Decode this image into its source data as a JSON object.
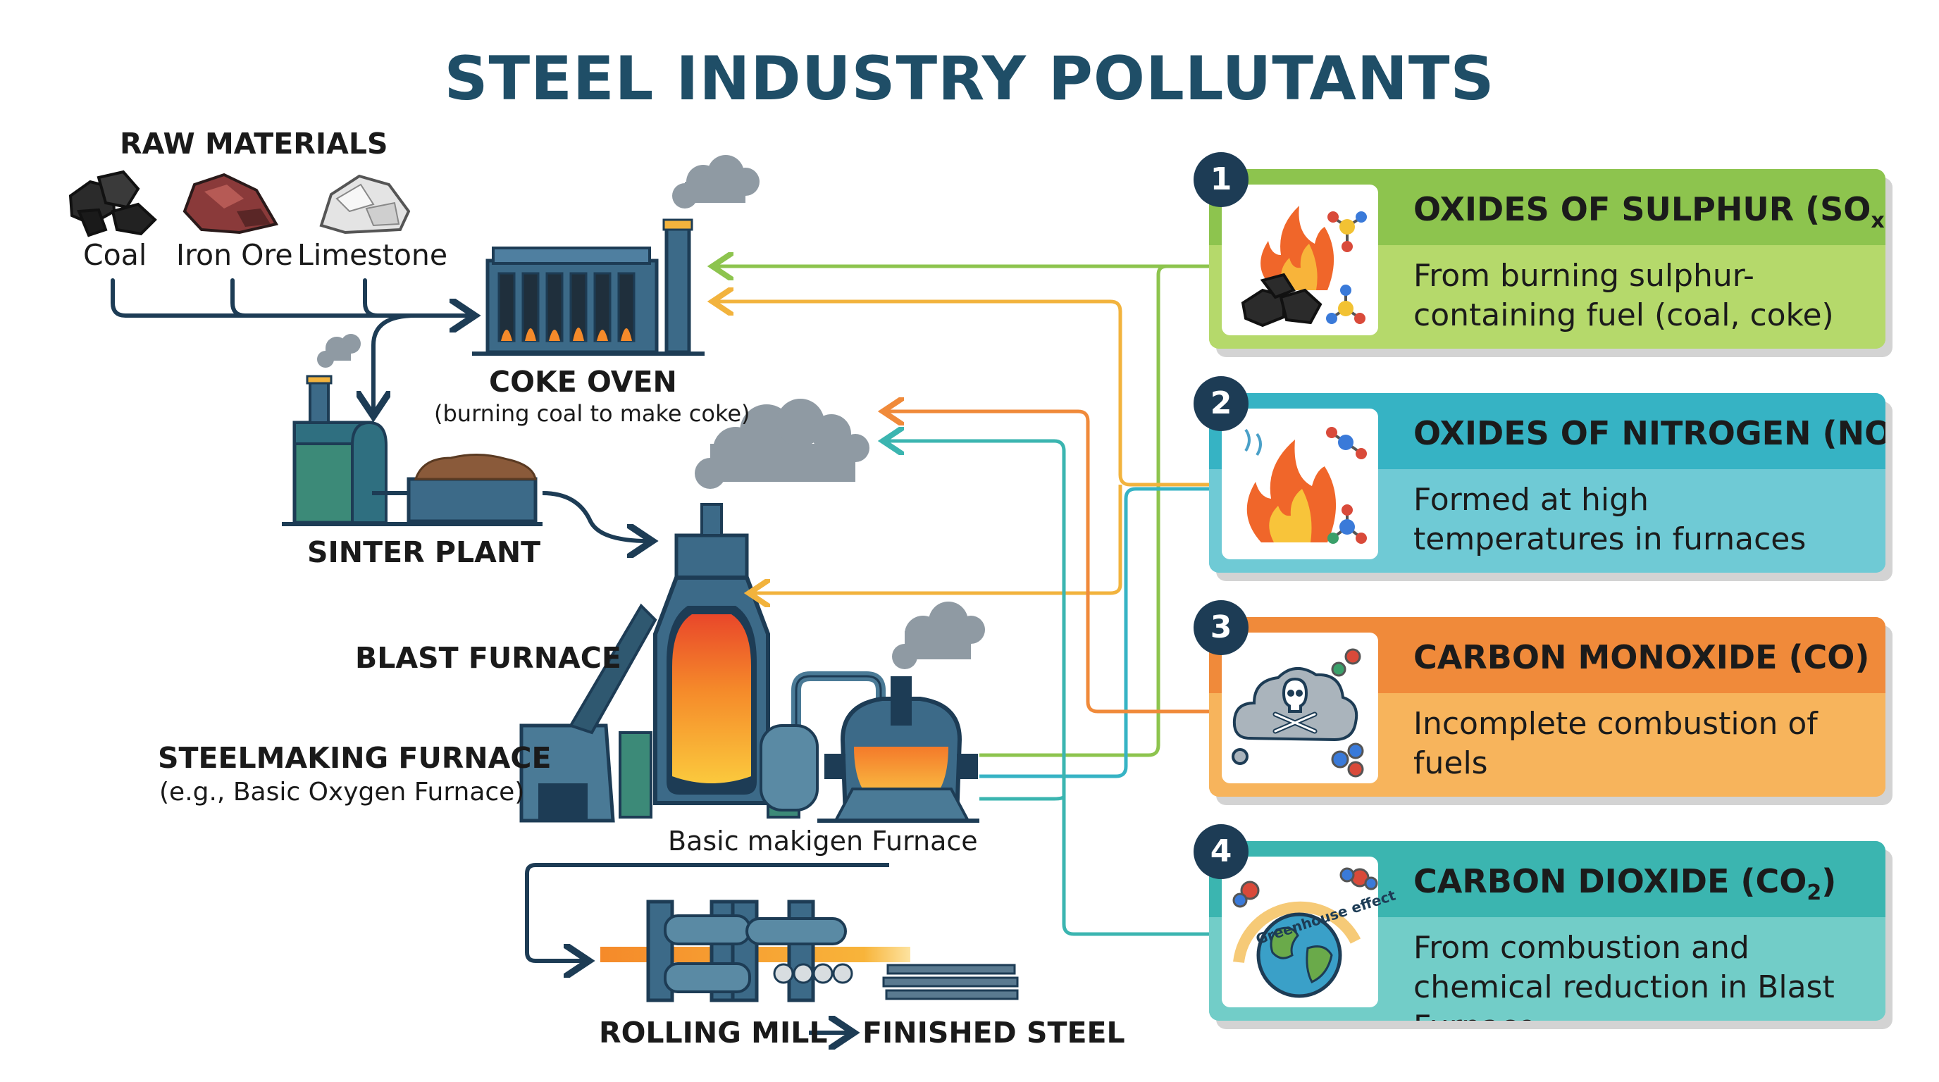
{
  "title": "STEEL INDUSTRY POLLUTANTS",
  "raw_materials": {
    "heading": "RAW MATERIALS",
    "items": [
      "Coal",
      "Iron Ore",
      "Limestone"
    ]
  },
  "stages": {
    "coke_oven": "COKE OVEN",
    "coke_oven_note": "(burning coal to make coke)",
    "sinter_plant": "SINTER PLANT",
    "blast_furnace": "BLAST FURNACE",
    "steelmaking": "STEELMAKING FURNACE",
    "steelmaking_note": "(e.g., Basic Oxygen Furnace)",
    "basic_furnace": "Basic makigen Furnace",
    "rolling_mill": "ROLLING MILL",
    "finished_steel": "FINISHED STEEL"
  },
  "pollutants": [
    {
      "number": "1",
      "title_main": "OXIDES OF SULPHUR (SO",
      "title_sub": "x",
      "title_end": ")",
      "description": "From burning sulphur-containing fuel (coal, coke)",
      "head_color": "#8dc44e",
      "body_color": "#b5d96b",
      "icon": "burning-coal-icon"
    },
    {
      "number": "2",
      "title_main": "OXIDES OF NITROGEN (NO",
      "title_sub": "x",
      "title_end": ")",
      "description": "Formed at high temperatures in furnaces",
      "head_color": "#36b3c4",
      "body_color": "#6fcad5",
      "icon": "flame-icon"
    },
    {
      "number": "3",
      "title_main": "CARBON MONOXIDE (CO)",
      "title_sub": "",
      "title_end": "",
      "description": "Incomplete combustion of fuels",
      "head_color": "#f08a3a",
      "body_color": "#f7b45c",
      "icon": "toxic-cloud-icon"
    },
    {
      "number": "4",
      "title_main": "CARBON DIOXIDE (CO",
      "title_sub": "2",
      "title_end": ")",
      "description": "From combustion and chemical reduction in Blast Furnace",
      "head_color": "#3bb5b0",
      "body_color": "#72cdc8",
      "icon": "earth-greenhouse-icon"
    }
  ],
  "globe_caption": "Greenhouse effect",
  "colors": {
    "title": "#1f4e67",
    "flow_arrow": "#1d3c55",
    "sox_line": "#8dc44e",
    "nox_line": "#36b3c4",
    "co_line": "#f08a3a",
    "co2_line": "#3bb5b0",
    "yellow_line": "#f2b33d"
  }
}
